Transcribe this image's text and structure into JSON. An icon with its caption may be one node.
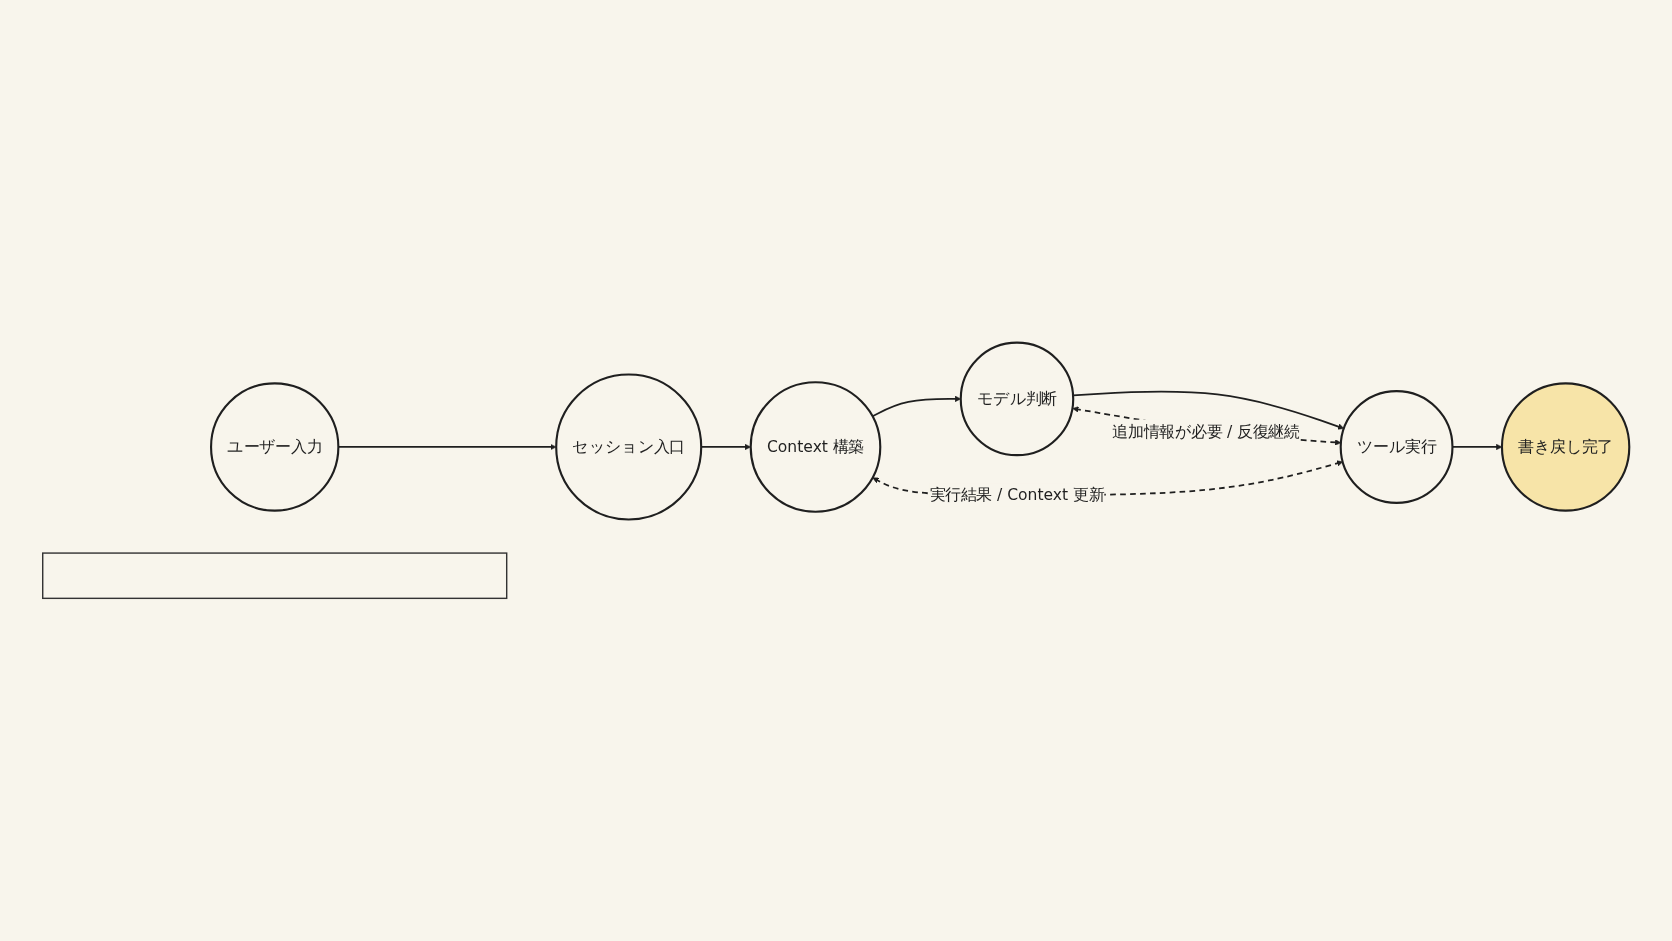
{
  "diagram": {
    "nodes": [
      {
        "text": [
          "ユーザー入力"
        ]
      },
      {
        "text": [
          "セッション入口"
        ]
      },
      {
        "text": [
          "Context 構築"
        ]
      },
      {
        "text": [
          "モデル判断"
        ]
      },
      {
        "text": [
          "ツール実行"
        ]
      },
      {
        "text": [
          "書き戻し完了"
        ]
      },
      {
        "text": [],
        "shape": "bar"
      }
    ],
    "edges": [
      {
        "from": 0,
        "to": 1,
        "arrow": "to"
      },
      {
        "from": 1,
        "to": 2,
        "arrow": "to"
      },
      {
        "from": 2,
        "to": 3,
        "arrow": "to"
      },
      {
        "from": 3,
        "to": 4,
        "arrow": "to"
      },
      {
        "from": 4,
        "to": 5,
        "arrow": "to"
      },
      {
        "from": 3,
        "to": 4,
        "arrow": "both",
        "style": "dashed",
        "label": "追加情報が必要 / 反復継続"
      },
      {
        "from": 2,
        "to": 4,
        "arrow": "both",
        "style": "dashed",
        "label": "実行結果 / Context 更新"
      }
    ]
  }
}
